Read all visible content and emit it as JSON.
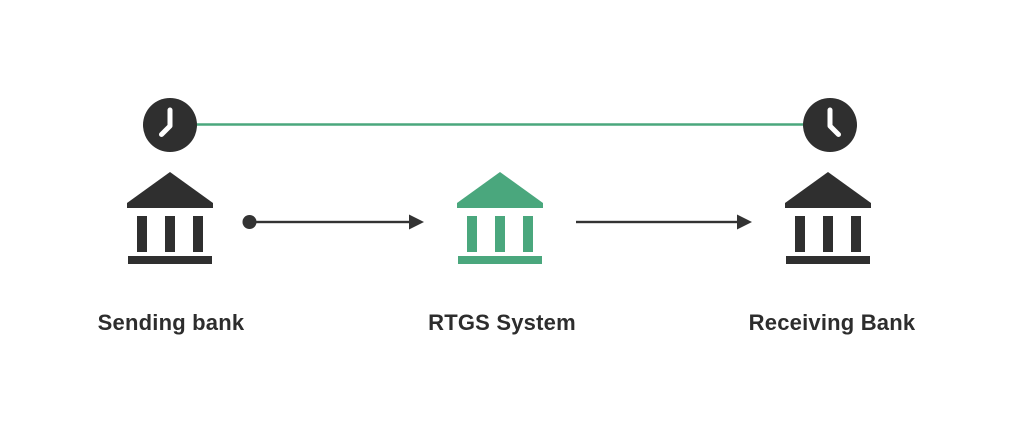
{
  "colors": {
    "background": "#ffffff",
    "icon_dark": "#2f2f2f",
    "icon_green": "#4aa77d",
    "timeline_green": "#4aa77d",
    "arrow_dark": "#333333",
    "clock_face": "#2f2f2f",
    "clock_hands": "#ffffff",
    "label_text": "#2d2d2d"
  },
  "nodes": [
    {
      "id": "sending-bank",
      "label": "Sending bank",
      "icon": "bank-icon",
      "icon_color": "#2f2f2f"
    },
    {
      "id": "rtgs-system",
      "label": "RTGS System",
      "icon": "bank-icon",
      "icon_color": "#4aa77d"
    },
    {
      "id": "receiving-bank",
      "label": "Receiving Bank",
      "icon": "bank-icon",
      "icon_color": "#2f2f2f"
    }
  ],
  "connectors": [
    {
      "from": "sending-bank",
      "to": "rtgs-system",
      "style": "dot-start-arrowhead-end"
    },
    {
      "from": "rtgs-system",
      "to": "receiving-bank",
      "style": "plain-start-arrowhead-end"
    }
  ],
  "timeline": {
    "start_icon": "clock-icon",
    "end_icon": "clock-icon",
    "spans": "sending-bank to receiving-bank"
  }
}
